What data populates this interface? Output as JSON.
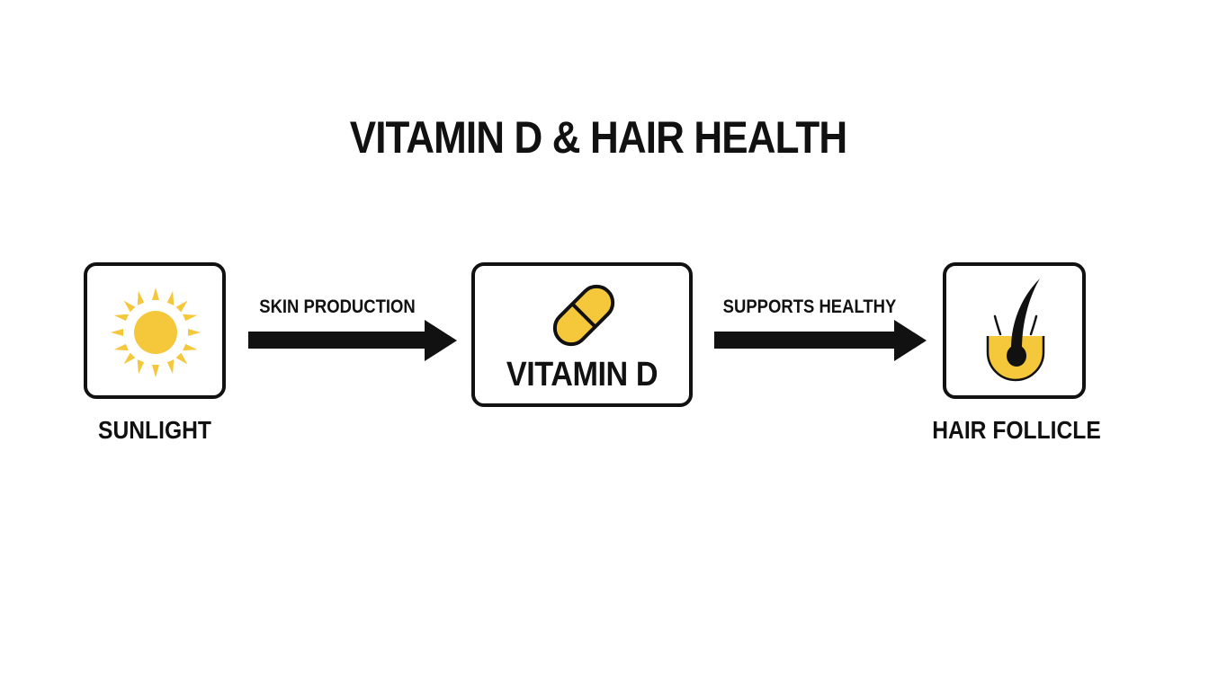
{
  "diagram": {
    "title": "VITAMIN D & HAIR HEALTH",
    "nodes": [
      {
        "id": "sunlight",
        "label": "SUNLIGHT",
        "icon": "sun-icon"
      },
      {
        "id": "vitamin-d",
        "label": "VITAMIN D",
        "icon": "pill-icon"
      },
      {
        "id": "hair-follicle",
        "label": "HAIR FOLLICLE",
        "icon": "hair-follicle-icon"
      }
    ],
    "edges": [
      {
        "from": "sunlight",
        "to": "vitamin-d",
        "label": "SKIN PRODUCTION"
      },
      {
        "from": "vitamin-d",
        "to": "hair-follicle",
        "label": "SUPPORTS HEALTHY"
      }
    ]
  },
  "colors": {
    "accent": "#F5C73A",
    "stroke": "#111111",
    "background": "#FFFFFF"
  }
}
